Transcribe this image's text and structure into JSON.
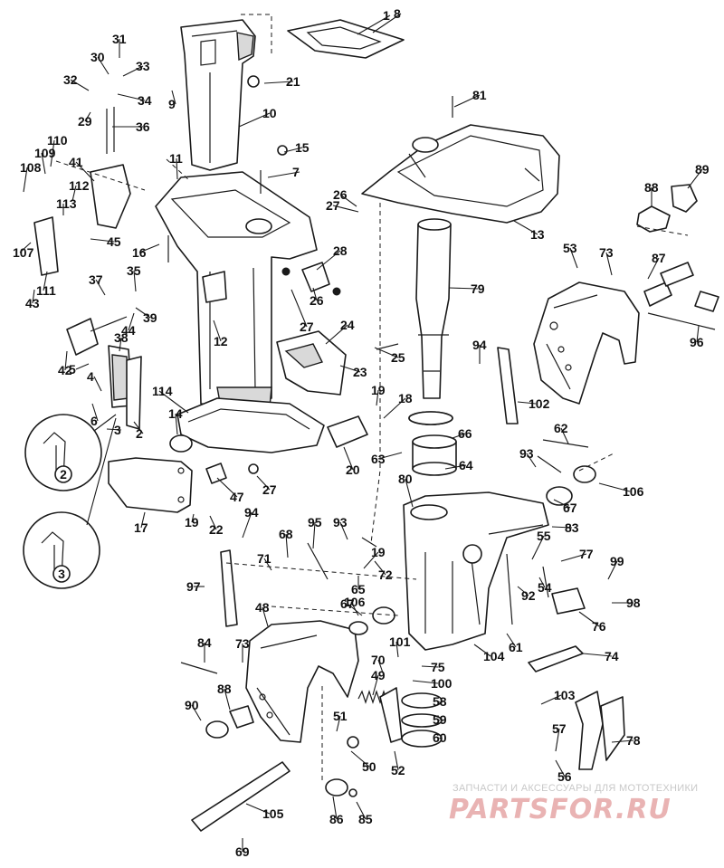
{
  "callouts": [
    "1",
    "2",
    "3",
    "4",
    "5",
    "6",
    "7",
    "8",
    "9",
    "10",
    "11",
    "12",
    "13",
    "14",
    "15",
    "16",
    "17",
    "18",
    "19",
    "19",
    "19",
    "20",
    "21",
    "22",
    "23",
    "24",
    "25",
    "26",
    "26",
    "27",
    "27",
    "27",
    "28",
    "29",
    "30",
    "31",
    "32",
    "33",
    "34",
    "35",
    "36",
    "37",
    "38",
    "39",
    "41",
    "42",
    "43",
    "44",
    "45",
    "47",
    "48",
    "49",
    "50",
    "51",
    "52",
    "53",
    "54",
    "55",
    "56",
    "57",
    "58",
    "59",
    "60",
    "61",
    "62",
    "63",
    "64",
    "65",
    "66",
    "67",
    "67",
    "68",
    "69",
    "70",
    "71",
    "72",
    "73",
    "73",
    "74",
    "75",
    "76",
    "77",
    "78",
    "79",
    "80",
    "81",
    "83",
    "84",
    "85",
    "86",
    "87",
    "88",
    "88",
    "89",
    "90",
    "92",
    "93",
    "93",
    "94",
    "94",
    "95",
    "96",
    "97",
    "98",
    "99",
    "100",
    "101",
    "102",
    "103",
    "104",
    "105",
    "106",
    "106",
    "107",
    "108",
    "109",
    "110",
    "111",
    "112",
    "113",
    "114"
  ],
  "inset_labels": [
    "2",
    "3"
  ],
  "watermark": {
    "tagline": "ЗАПЧАСТИ И АКСЕССУАРЫ ДЛЯ МОТОТЕХНИКИ",
    "logo": "PARTSFOR.RU"
  }
}
